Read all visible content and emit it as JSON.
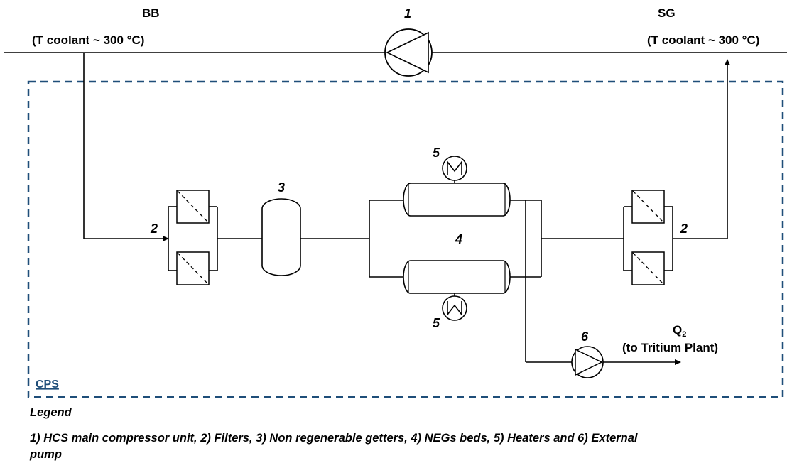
{
  "labels": {
    "bb": "BB",
    "bb_temp": "(T coolant ~ 300 °C)",
    "sg": "SG",
    "sg_temp": "(T coolant ~ 300 °C)",
    "n1": "1",
    "n2_left": "2",
    "n2_right": "2",
    "n3": "3",
    "n4": "4",
    "n5_top": "5",
    "n5_bottom": "5",
    "n6": "6",
    "q_main": "Q",
    "q_sub": "2",
    "to_tritium": "(to Tritium Plant)",
    "cps": "CPS"
  },
  "legend": {
    "title": "Legend",
    "text_line1": "1) HCS main compressor unit, 2) Filters, 3) Non regenerable getters, 4) NEGs beds, 5) Heaters and 6) External",
    "text_line2": "pump"
  },
  "colors": {
    "cps_boundary": "#1f4e79",
    "lines": "#000000"
  }
}
